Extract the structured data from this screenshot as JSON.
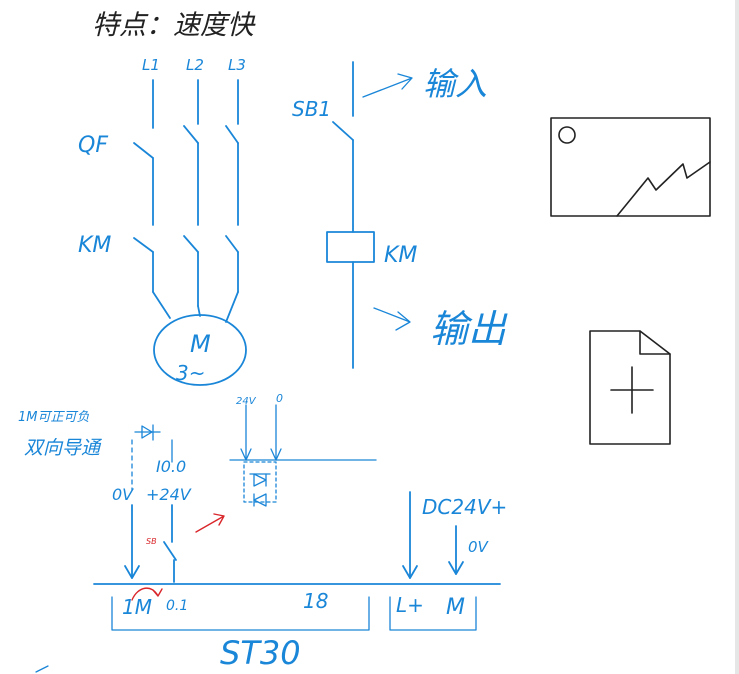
{
  "labels": {
    "title": "特点：速度快",
    "l1": "L1",
    "l2": "L2",
    "l3": "L3",
    "qf": "QF",
    "km_left": "KM",
    "motor_m": "M",
    "motor_phase": "3~",
    "sb1": "SB1",
    "input": "输入",
    "km_coil": "KM",
    "output": "输出",
    "note_line1": "1M可正可负",
    "note_line2": "双向导通",
    "i00": "I0.0",
    "zero_v": "0V",
    "plus24v": "+24V",
    "sb": "SB",
    "v24_small": "24V",
    "zero_small": "0",
    "dc24v": "DC24V+",
    "zero_v_right": "0V",
    "term_1m": "1M",
    "term_01": "0.1",
    "term_18": "18",
    "term_lplus": "L+",
    "term_m": "M",
    "st30": "ST30"
  },
  "icons": {
    "image": "image-placeholder-icon",
    "file": "add-file-icon"
  },
  "colors": {
    "ink": "#1a86d8",
    "icon": "#222222",
    "accent": "#d9262b"
  }
}
